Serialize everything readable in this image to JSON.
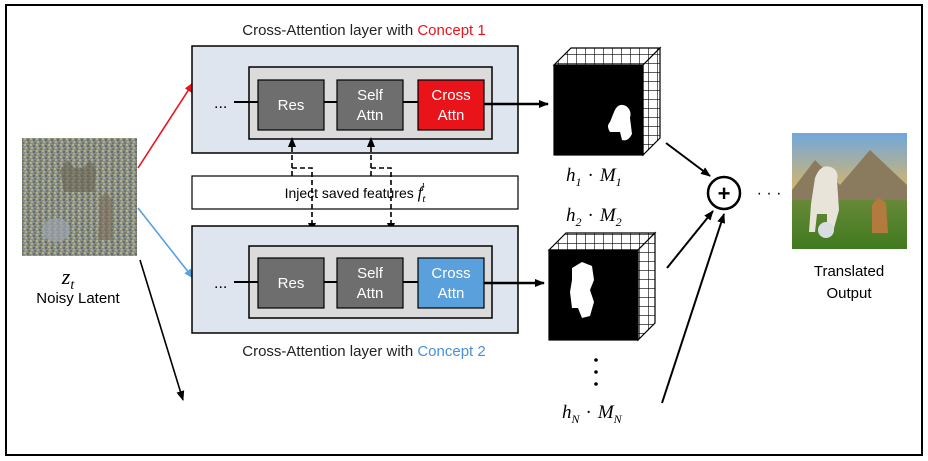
{
  "diagram": {
    "top_title_prefix": "Cross-Attention layer with ",
    "top_title_concept": "Concept 1",
    "bottom_title_prefix": "Cross-Attention layer with ",
    "bottom_title_concept": "Concept 2",
    "ellipsis": "...",
    "block_res": "Res",
    "block_self_1": "Self",
    "block_self_2": "Attn",
    "block_cross_1": "Cross",
    "block_cross_2": "Attn",
    "inject_text": "Inject saved features ",
    "inject_f": "f",
    "inject_sub": "t",
    "inject_sup": "l",
    "latent_symbol": "z",
    "latent_sub": "t",
    "latent_caption": "Noisy Latent",
    "h": "h",
    "M": "M",
    "dot": "·",
    "sub_1": "1",
    "sub_2": "2",
    "sub_N": "N",
    "plus": "+",
    "dots_after_plus": "· · ·",
    "output_line1": "Translated",
    "output_line2": "Output",
    "colors": {
      "concept1": "#e8141a",
      "concept2": "#4a90d9",
      "panel_fill": "#dfe5ef",
      "inner_fill": "#dbdbdb",
      "block_gray": "#6e6e6e",
      "cross_red": "#e8141a",
      "cross_blue": "#5aa0dc"
    }
  }
}
